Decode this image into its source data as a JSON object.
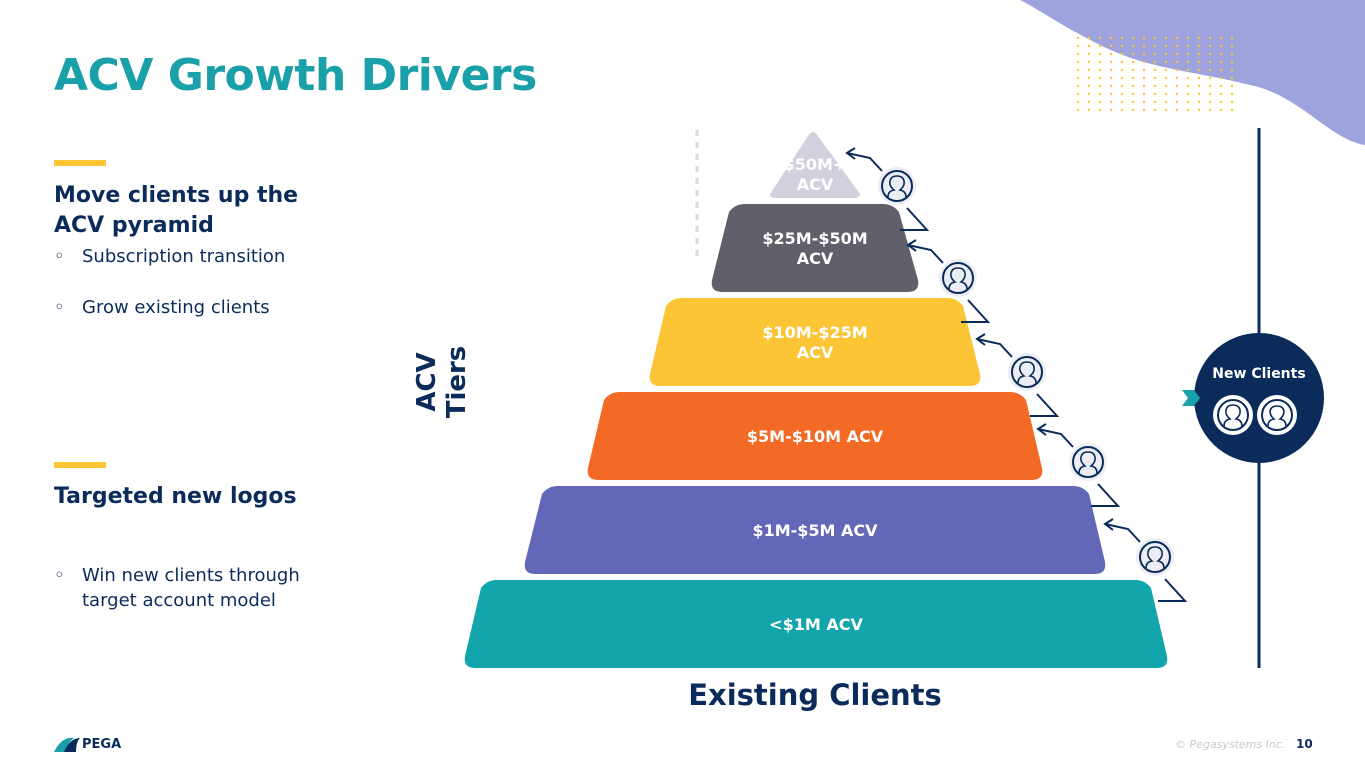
{
  "title": "ACV Growth Drivers",
  "sections": [
    {
      "heading": "Move clients up the ACV pyramid",
      "bullets": [
        "Subscription transition",
        "Grow existing clients"
      ]
    },
    {
      "heading": "Targeted new logos",
      "bullets": [
        "Win new clients through target account model"
      ]
    }
  ],
  "pyramid": {
    "axis_label": "ACV Tiers",
    "footer_label": "Existing Clients",
    "tiers": [
      {
        "line1": "$50M+",
        "line2": "ACV",
        "color": "#d0d1dc"
      },
      {
        "line1": "$25M-$50M",
        "line2": "ACV",
        "color": "#5f6069"
      },
      {
        "line1": "$10M-$25M",
        "line2": "ACV",
        "color": "#fcc535"
      },
      {
        "line1": "$5M-$10M ACV",
        "line2": "",
        "color": "#f26a25"
      },
      {
        "line1": "$1M-$5M ACV",
        "line2": "",
        "color": "#6367b8"
      },
      {
        "line1": "<$1M ACV",
        "line2": "",
        "color": "#13a5ac"
      }
    ]
  },
  "new_clients": {
    "label": "New Clients"
  },
  "footer": {
    "logo": "PEGA",
    "copyright": "© Pegasystems Inc.",
    "page": "10"
  },
  "colors": {
    "navy": "#0b2b5b",
    "teal": "#1aa0a8",
    "yellow": "#fcc535",
    "purple": "#9ea2dd"
  }
}
